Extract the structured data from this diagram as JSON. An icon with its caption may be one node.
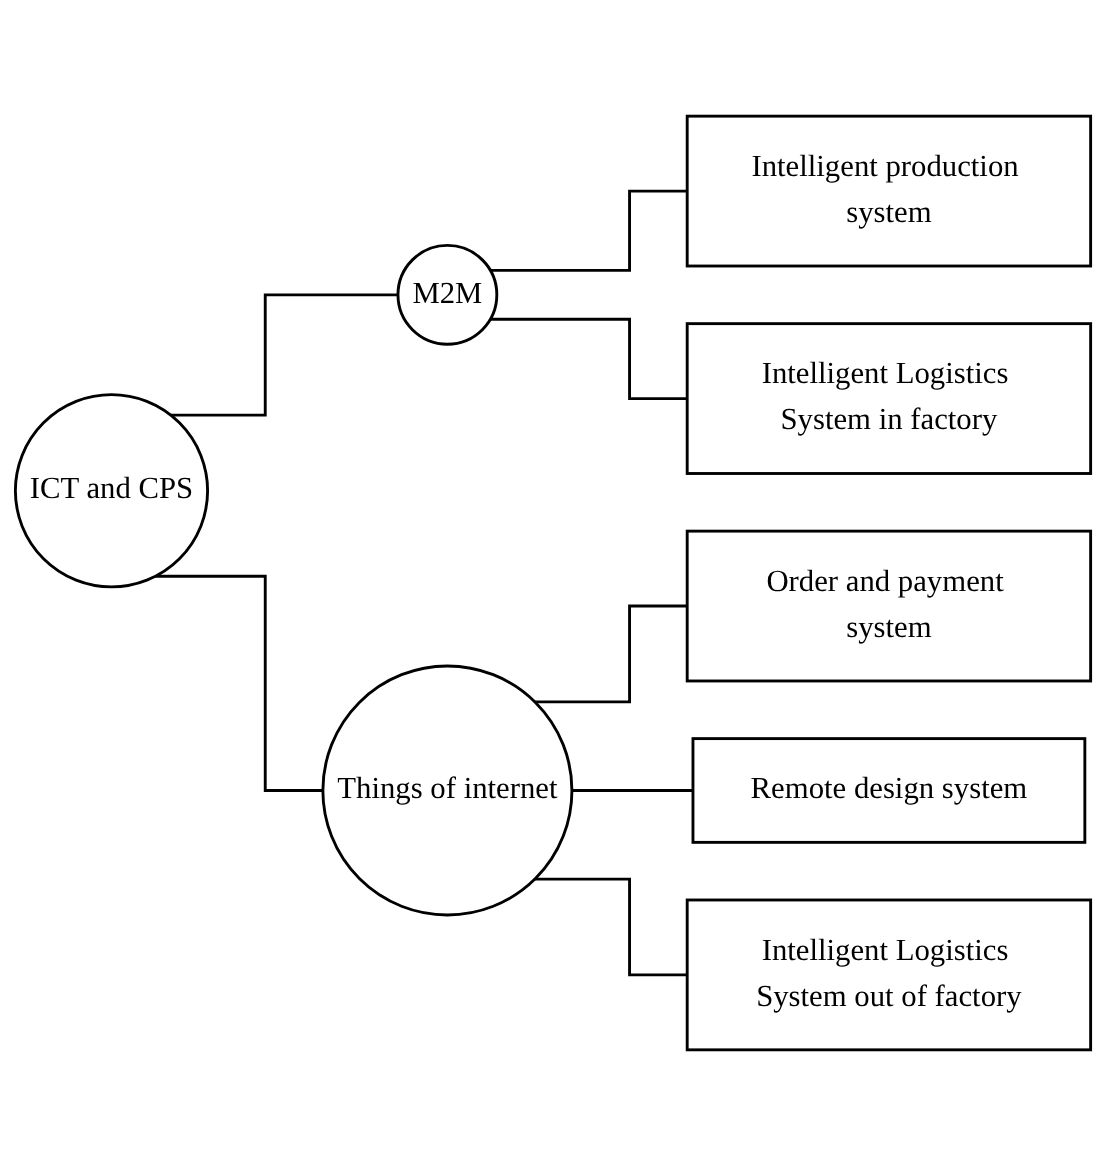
{
  "diagram": {
    "nodes": [
      {
        "text": [
          "ICT and CPS"
        ]
      },
      {
        "text": [
          "M2M"
        ]
      },
      {
        "text": [
          "Things of internet"
        ]
      },
      {
        "text": [
          "Intelligent production system"
        ]
      },
      {
        "text": [
          "Intelligent Logistics System in factory"
        ]
      },
      {
        "text": [
          "Order and payment system"
        ]
      },
      {
        "text": [
          "Remote design system"
        ]
      },
      {
        "text": [
          "Intelligent Logistics System out of factory"
        ]
      }
    ],
    "edges": [
      {
        "from": 0,
        "to": 1,
        "arrow": "none"
      },
      {
        "from": 0,
        "to": 2,
        "arrow": "none"
      },
      {
        "from": 1,
        "to": 3,
        "arrow": "none"
      },
      {
        "from": 1,
        "to": 4,
        "arrow": "none"
      },
      {
        "from": 2,
        "to": 5,
        "arrow": "none"
      },
      {
        "from": 2,
        "to": 6,
        "arrow": "none"
      },
      {
        "from": 2,
        "to": 7,
        "arrow": "none"
      }
    ]
  }
}
